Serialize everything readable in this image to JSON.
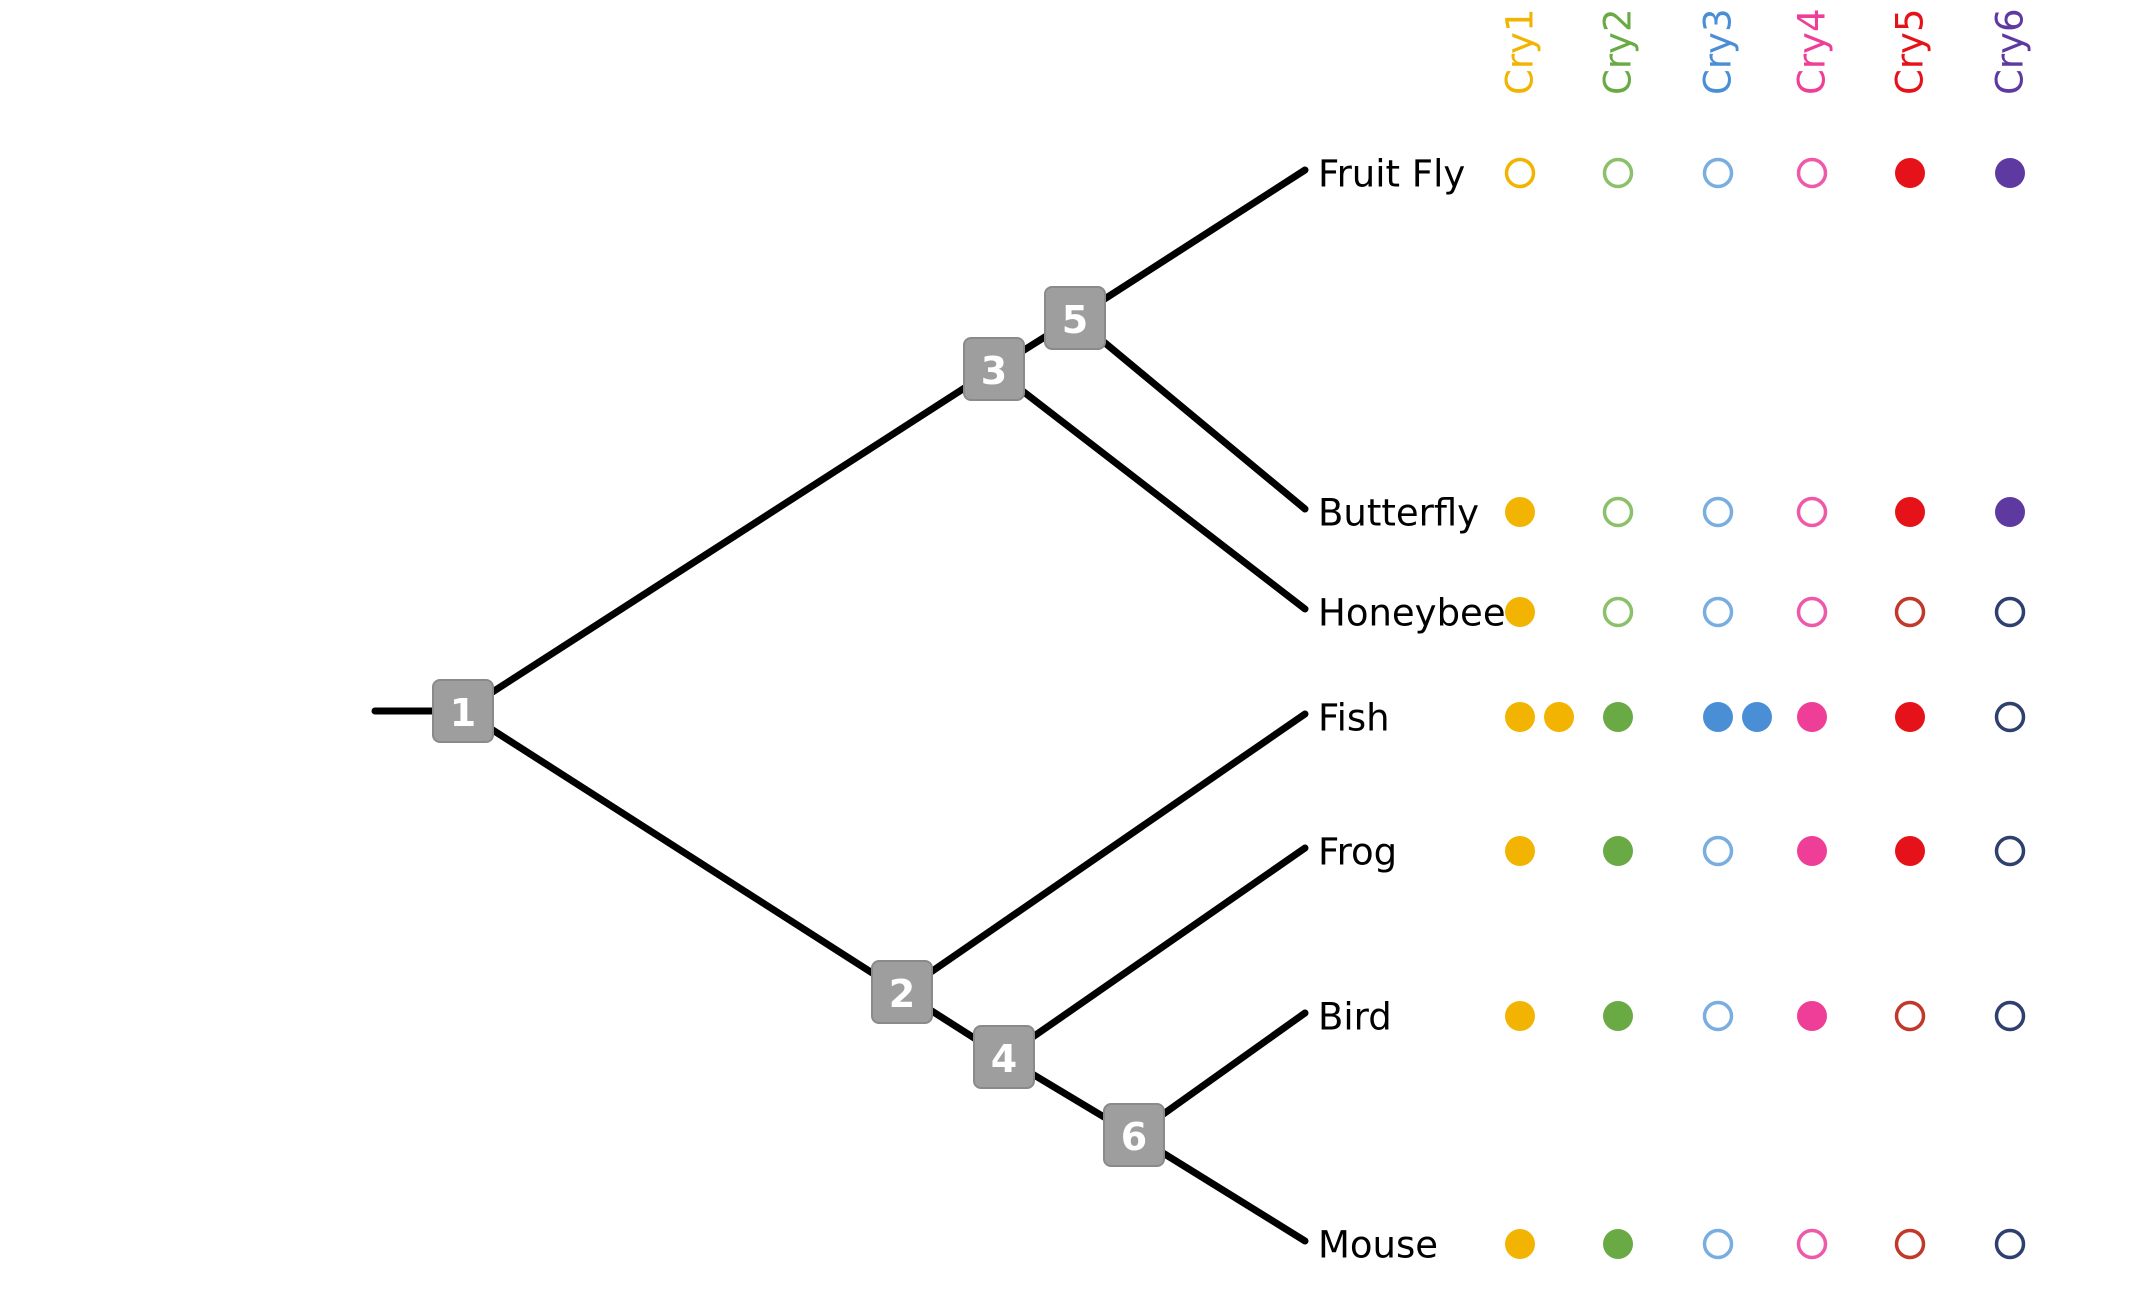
{
  "diagram": {
    "root_stub": true,
    "nodes": [
      {
        "id": "1",
        "label": "1"
      },
      {
        "id": "2",
        "label": "2"
      },
      {
        "id": "3",
        "label": "3"
      },
      {
        "id": "4",
        "label": "4"
      },
      {
        "id": "5",
        "label": "5"
      },
      {
        "id": "6",
        "label": "6"
      }
    ],
    "genes": [
      {
        "name": "Cry1",
        "color": "#f2b400"
      },
      {
        "name": "Cry2",
        "color": "#6aaa45"
      },
      {
        "name": "Cry3",
        "color": "#4a8fd6"
      },
      {
        "name": "Cry4",
        "color": "#ef3e98"
      },
      {
        "name": "Cry5",
        "color": "#e6121a"
      },
      {
        "name": "Cry6",
        "color": "#5e3aa0"
      }
    ],
    "species": [
      {
        "name": "Fruit Fly",
        "genes": [
          0,
          0,
          0,
          0,
          1,
          1
        ]
      },
      {
        "name": "Butterfly",
        "genes": [
          1,
          0,
          0,
          0,
          1,
          1
        ]
      },
      {
        "name": "Honeybee",
        "genes": [
          1,
          0,
          0,
          0,
          0,
          0
        ]
      },
      {
        "name": "Fish",
        "genes": [
          2,
          1,
          2,
          1,
          1,
          0
        ]
      },
      {
        "name": "Frog",
        "genes": [
          1,
          1,
          0,
          1,
          1,
          0
        ]
      },
      {
        "name": "Bird",
        "genes": [
          1,
          1,
          0,
          1,
          0,
          0
        ]
      },
      {
        "name": "Mouse",
        "genes": [
          1,
          1,
          0,
          0,
          0,
          0
        ]
      }
    ],
    "empty_outline_colors": {
      "Cry1": "#f2b400",
      "Cry2": "#8cc06a",
      "Cry3": "#7aaee0",
      "Cry4": "#ef5aa8",
      "Cry5": "#c0392b",
      "Cry6": "#2f3f6e"
    }
  }
}
